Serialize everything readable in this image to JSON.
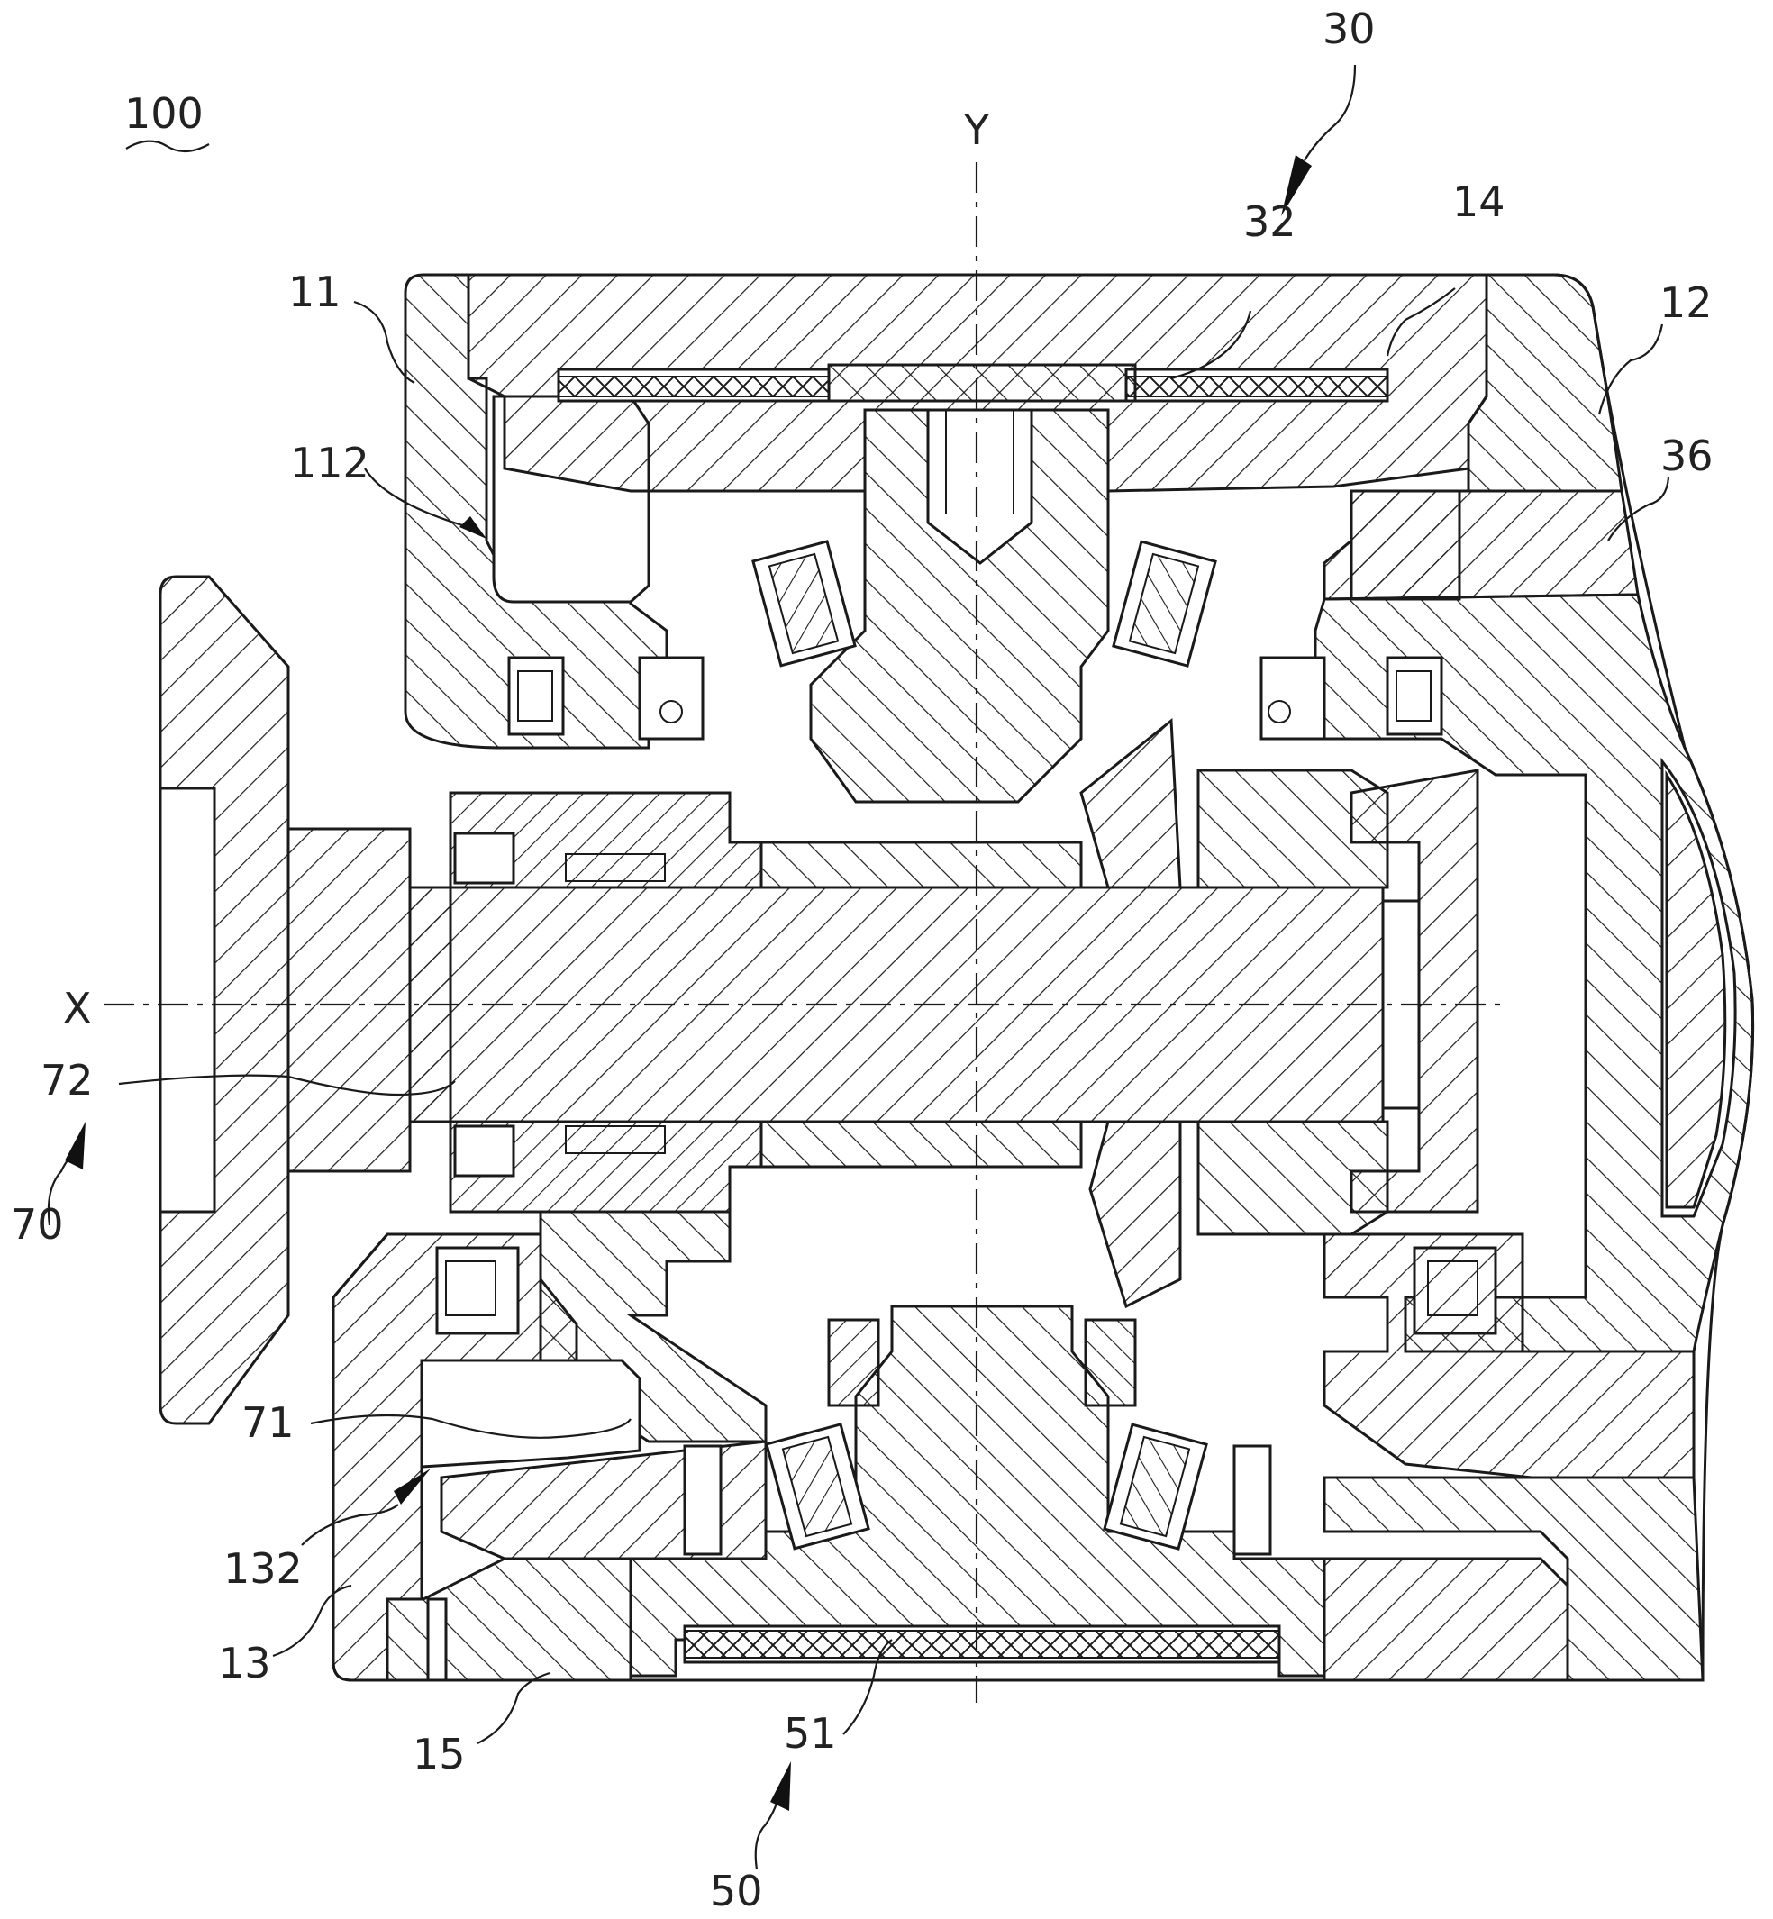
{
  "figure": {
    "title_ref": "100",
    "description": "Cross-sectional view of reducer assembly",
    "axes": {
      "horizontal": "X",
      "vertical": "Y"
    },
    "labels": {
      "assembly": "100",
      "housing_first": "11",
      "housing_first_cavity": "112",
      "housing_second": "12",
      "housing_third": "13",
      "housing_third_cavity": "132",
      "ring_member": "14",
      "cover": "15",
      "gear_unit": "30",
      "gear_unit_part": "32",
      "gear_unit_part_b": "36",
      "output_unit": "50",
      "output_part": "51",
      "input_unit": "70",
      "input_part": "71",
      "input_shaft": "72"
    }
  }
}
